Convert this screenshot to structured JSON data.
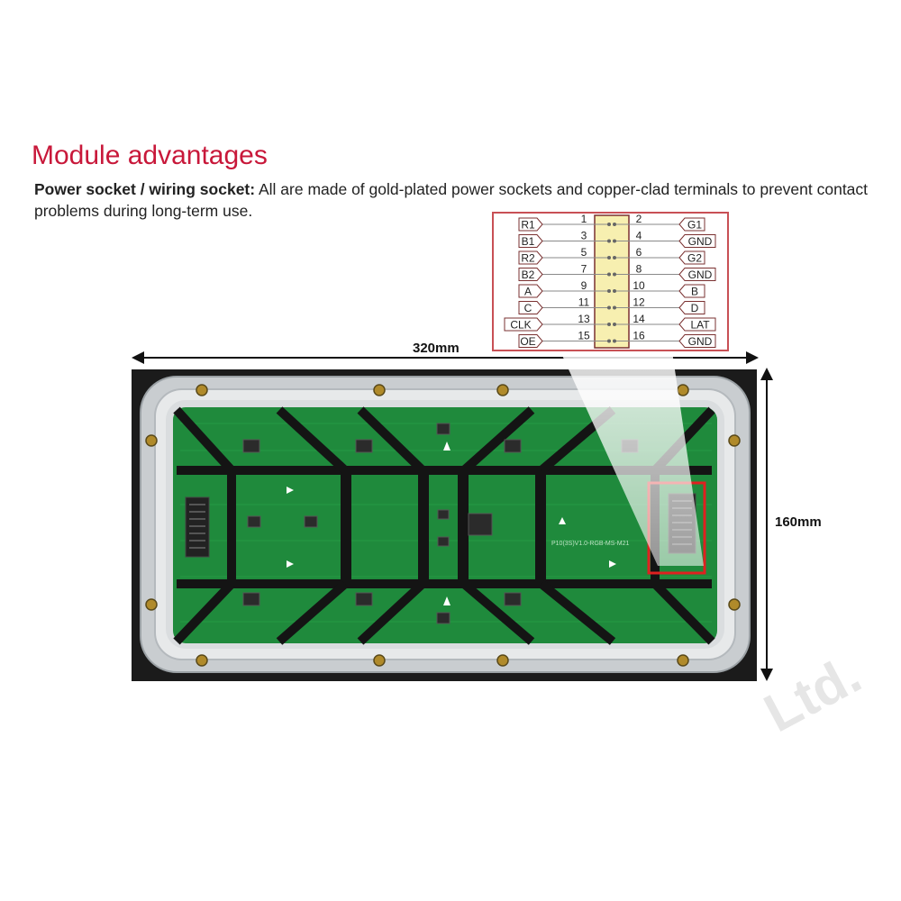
{
  "heading": "Module advantages",
  "description": {
    "label": "Power socket / wiring socket:",
    "text": " All are made of gold-plated power sockets and copper-clad terminals to prevent contact problems during long-term use."
  },
  "dimensions": {
    "width": "320mm",
    "height": "160mm"
  },
  "pinout": {
    "left_pins": [
      {
        "num": "1",
        "signal": "R1"
      },
      {
        "num": "3",
        "signal": "B1"
      },
      {
        "num": "5",
        "signal": "R2"
      },
      {
        "num": "7",
        "signal": "B2"
      },
      {
        "num": "9",
        "signal": "A"
      },
      {
        "num": "11",
        "signal": "C"
      },
      {
        "num": "13",
        "signal": "CLK"
      },
      {
        "num": "15",
        "signal": "OE"
      }
    ],
    "right_pins": [
      {
        "num": "2",
        "signal": "G1"
      },
      {
        "num": "4",
        "signal": "GND"
      },
      {
        "num": "6",
        "signal": "G2"
      },
      {
        "num": "8",
        "signal": "GND"
      },
      {
        "num": "10",
        "signal": "B"
      },
      {
        "num": "12",
        "signal": "D"
      },
      {
        "num": "14",
        "signal": "LAT"
      },
      {
        "num": "16",
        "signal": "GND"
      }
    ]
  },
  "board_silkscreen": "P10(3S)V1.0-RGB-MS-M21",
  "watermark": "Ltd.",
  "colors": {
    "heading": "#c8183a",
    "pcb": "#1f8a3c",
    "frame": "#1a1a1a",
    "highlight": "#e02020",
    "pinout_border": "#c85055"
  }
}
